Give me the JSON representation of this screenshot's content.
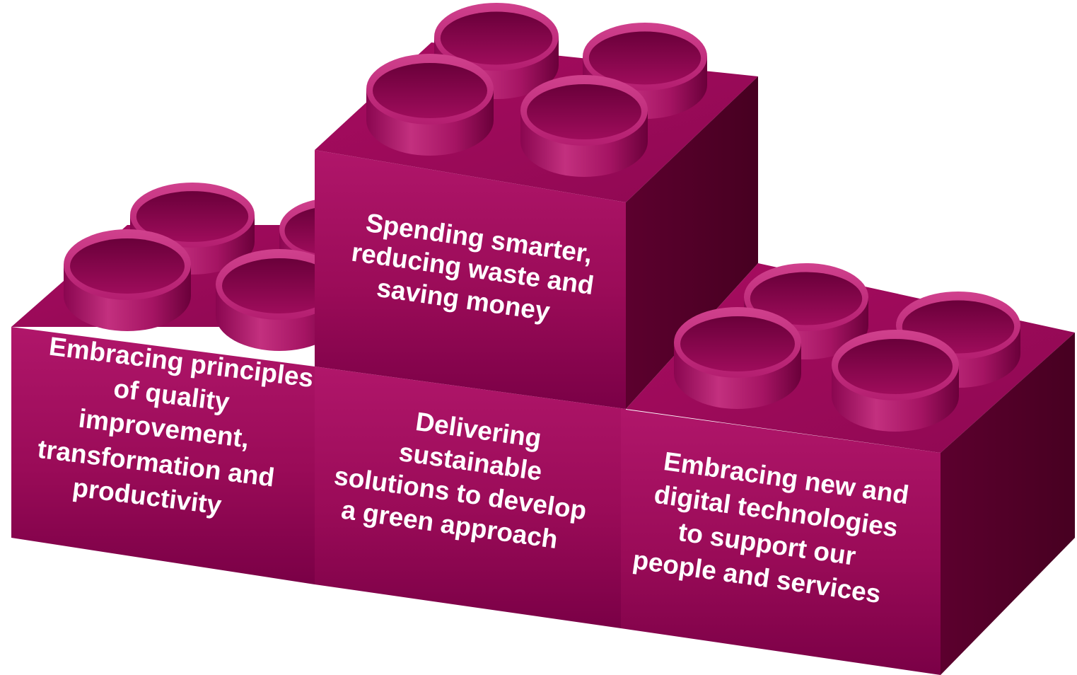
{
  "colors": {
    "face_top": "#a5105e",
    "face_light": "#c02a7d",
    "face_bottom": "#780043",
    "side_dark": "#4d0025",
    "side_mid": "#62002f",
    "text": "#ffffff"
  },
  "blocks": {
    "left": {
      "lines": [
        "Embracing principles",
        "of quality",
        "improvement,",
        "transformation and",
        "productivity"
      ]
    },
    "top": {
      "lines": [
        "Spending smarter,",
        "reducing waste and",
        "saving money"
      ]
    },
    "middle": {
      "lines": [
        "Delivering",
        "sustainable",
        "solutions to develop",
        "a green approach"
      ]
    },
    "right": {
      "lines": [
        "Embracing new and",
        "digital technologies",
        "to support our",
        "people and services"
      ]
    }
  }
}
